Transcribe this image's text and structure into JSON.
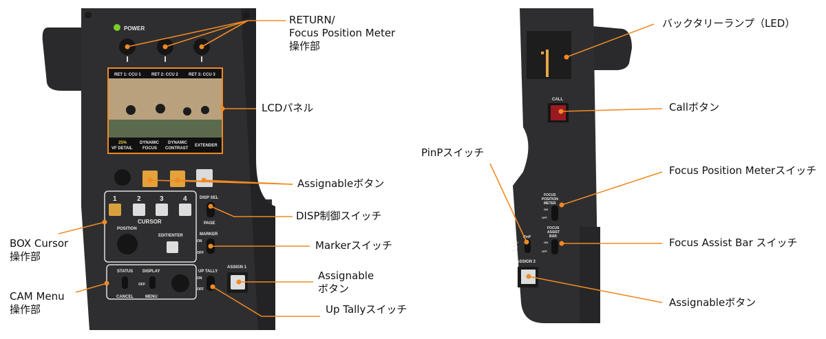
{
  "accent_color": "#f08a24",
  "callouts_left": {
    "return": [
      "RETURN/",
      "Focus Position Meter",
      "操作部"
    ],
    "lcd": "LCDパネル",
    "assignable_top": "Assignableボタン",
    "disp": "DISP制御スイッチ",
    "box_cursor": [
      "BOX Cursor",
      "操作部"
    ],
    "marker": "Markerスイッチ",
    "cam_menu": [
      "CAM Menu",
      "操作部"
    ],
    "assignable_1": [
      "Assignable",
      "ボタン"
    ],
    "up_tally": "Up Tallyスイッチ"
  },
  "callouts_right": {
    "back_tally": "バックタリーランプ（LED）",
    "call": "Callボタン",
    "pinp": "PinPスイッチ",
    "focus_position_meter": "Focus Position Meterスイッチ",
    "focus_assist_bar": "Focus Assist Bar スイッチ",
    "assignable_2": "Assignableボタン"
  },
  "device_left": {
    "power": "POWER",
    "lcd_tabs": [
      "RET 1: CCU 1",
      "RET 2: CCU 2",
      "RET 3: CCU 3"
    ],
    "lcd_menu": [
      [
        "25%",
        "VF DETAIL"
      ],
      [
        "DYNAMIC",
        "FOCUS"
      ],
      [
        "DYNAMIC",
        "CONTRAST"
      ],
      [
        "EXTENDER"
      ]
    ],
    "cursor_numbers": [
      "1",
      "2",
      "3",
      "4"
    ],
    "cursor": "CURSOR",
    "position": "POSITION",
    "edit_enter": "EDIT/ENTER",
    "disp_sel": "DISP SEL",
    "page": "PAGE",
    "marker": "MARKER",
    "on": "ON",
    "off": "OFF",
    "status": "STATUS",
    "display": "DISPLAY",
    "cancel": "CANCEL",
    "menu": "MENU",
    "up_tally": "UP TALLY",
    "assign1": "ASSIGN 1"
  },
  "device_right": {
    "call": "CALL",
    "focus_position_meter": [
      "FOCUS",
      "POSITION",
      "METER"
    ],
    "focus_assist_bar": [
      "FOCUS",
      "ASSIST",
      "BAR"
    ],
    "pinp": "PinP",
    "posi": "POSI",
    "on": "ON",
    "off": "OFF",
    "assign2": "ASSIGN 2"
  }
}
